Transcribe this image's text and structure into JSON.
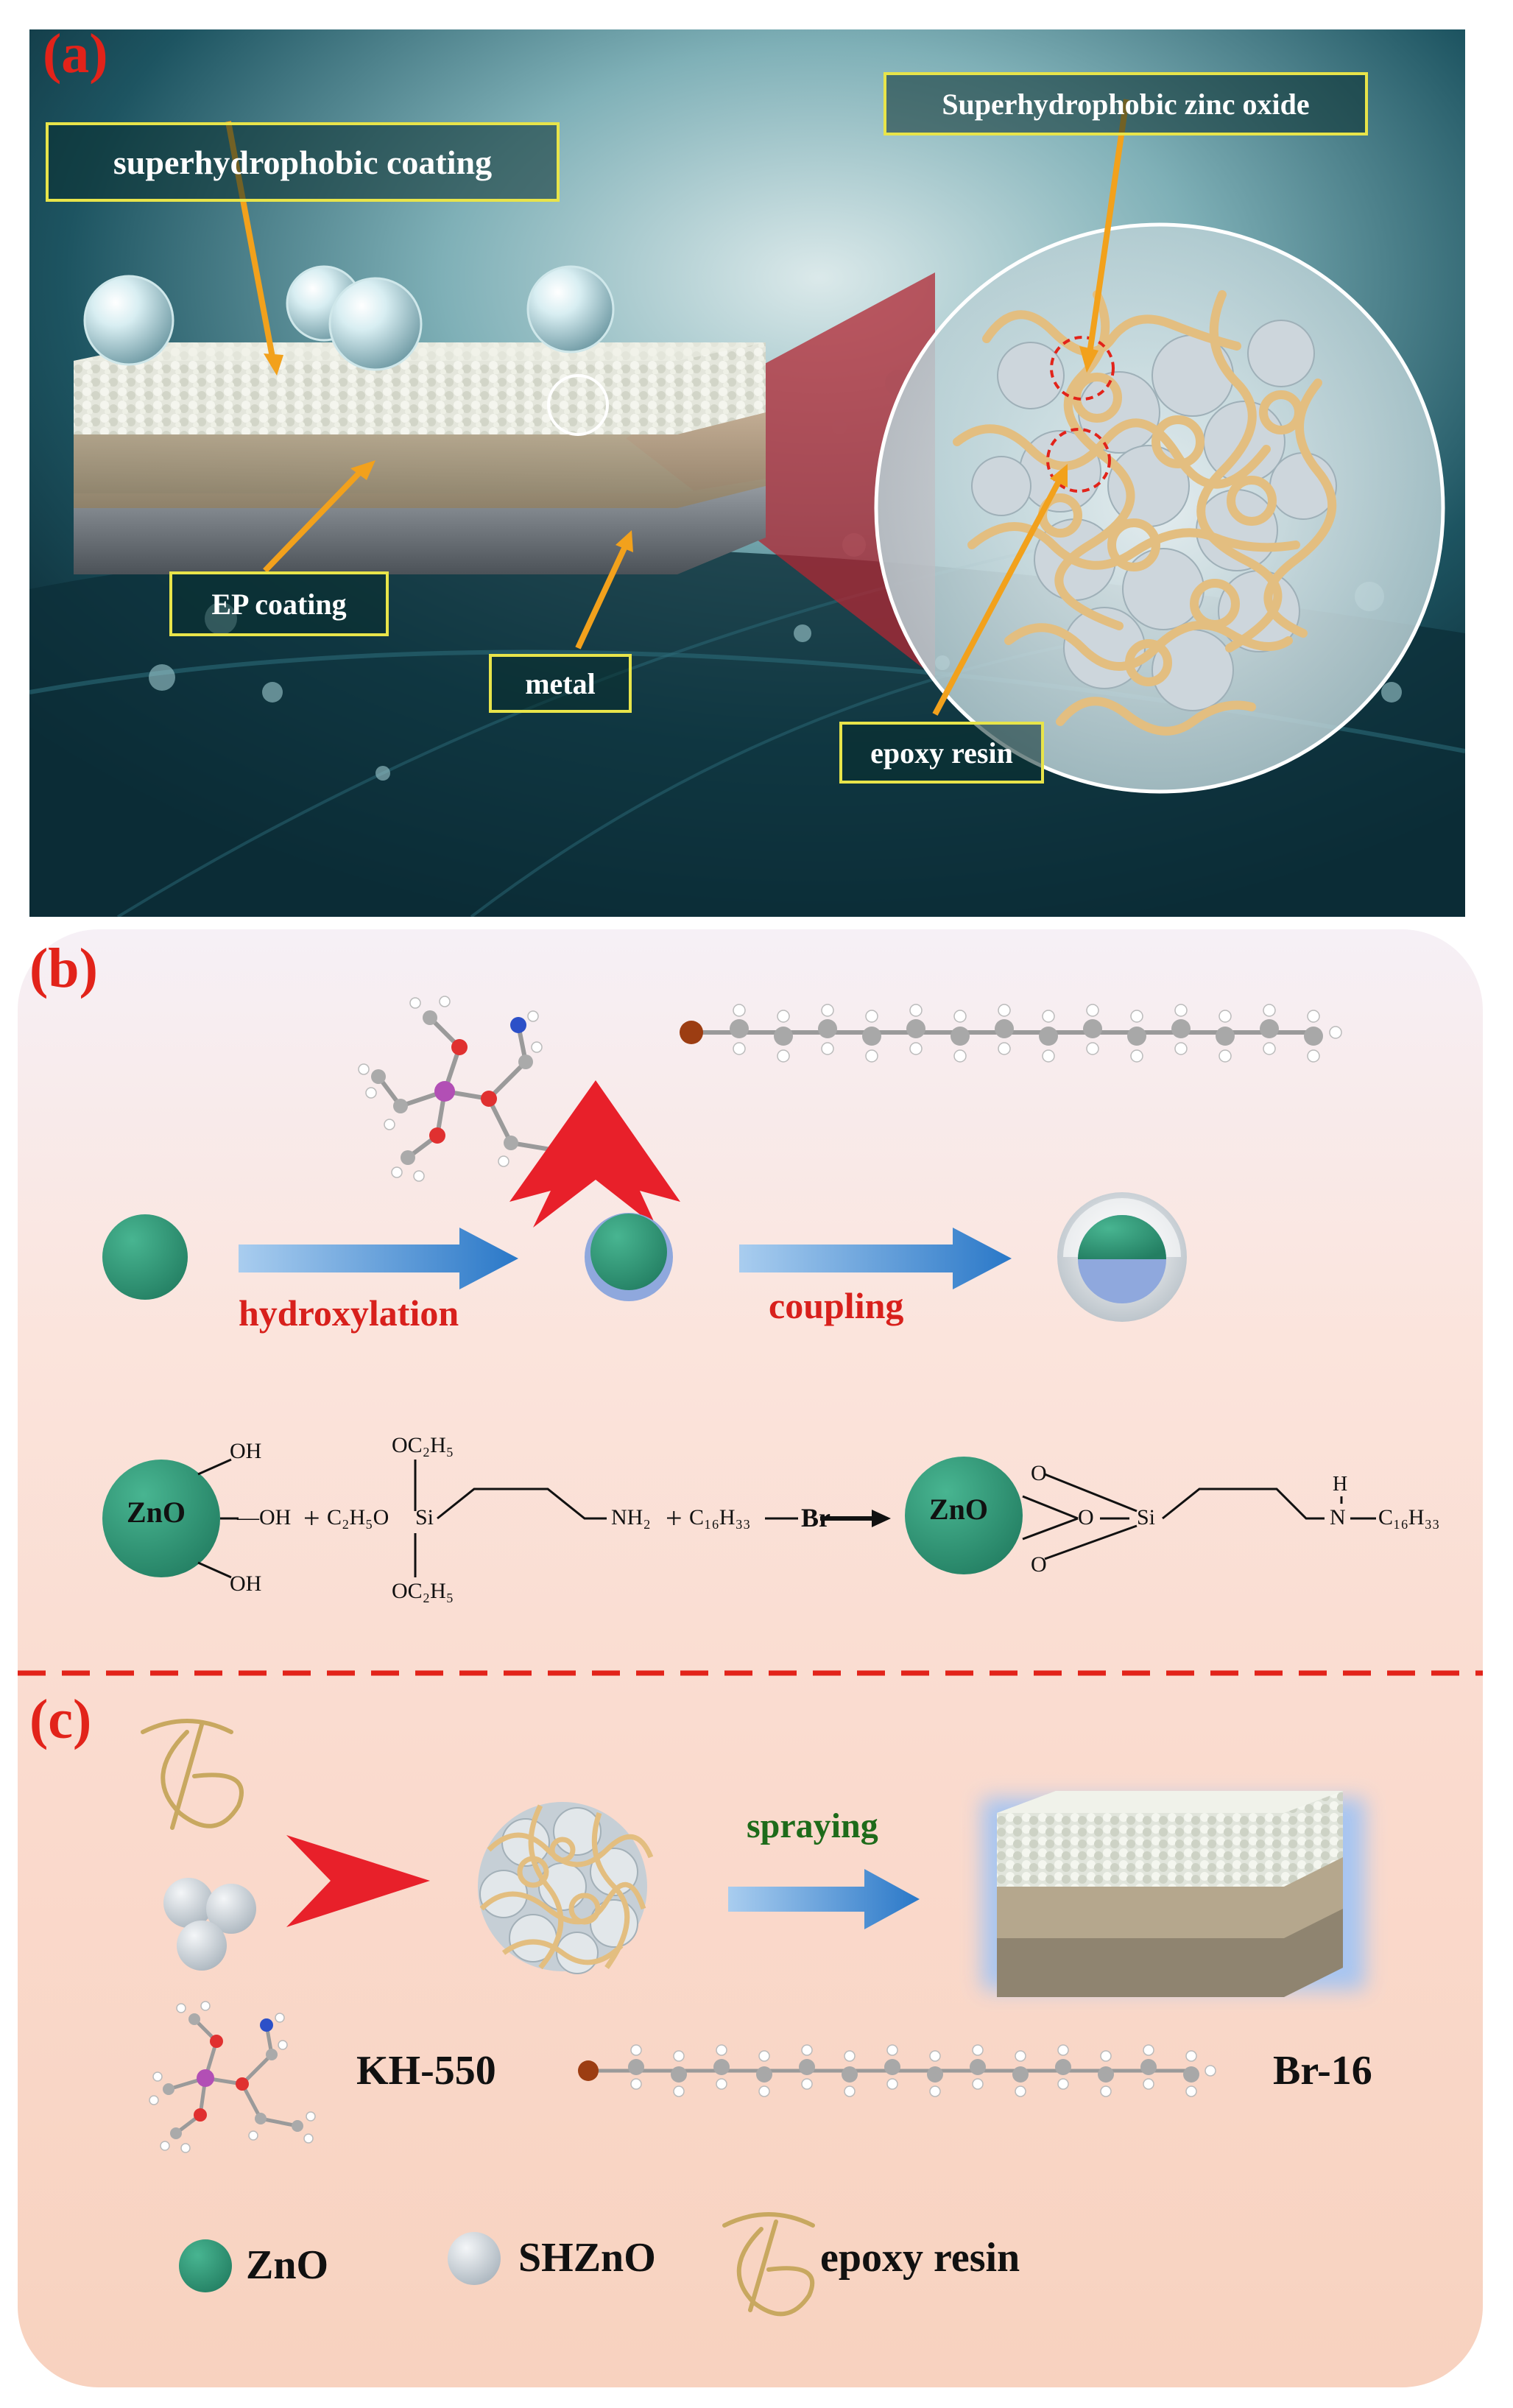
{
  "panel_a": {
    "letter": "(a)",
    "labels": {
      "coating": "superhydrophobic coating",
      "zinc_oxide": "Superhydrophobic zinc oxide",
      "ep": "EP coating",
      "metal": "metal",
      "epoxy": "epoxy resin"
    }
  },
  "panel_b": {
    "letter": "(b)",
    "step1": "hydroxylation",
    "step2": "coupling",
    "equation": {
      "zno_left": "ZnO",
      "oh": "OH",
      "oh_mid": "—OH",
      "plus1": "+",
      "c2h5o": "C₂H₅O",
      "si_left": "Si",
      "oc2h5": "OC₂H₅",
      "nh2": "NH₂",
      "plus2": "+",
      "c16h33": "C₁₆H₃₃",
      "br": "Br",
      "zno_right": "ZnO",
      "o": "O",
      "si_right": "Si",
      "h": "H",
      "n": "N",
      "c16h33_end": "C₁₆H₃₃"
    }
  },
  "panel_c": {
    "letter": "(c)",
    "step": "spraying",
    "kh550": "KH-550",
    "br16": "Br-16",
    "legend": {
      "zno": "ZnO",
      "shzno": "SHZnO",
      "epoxy": "epoxy resin"
    }
  },
  "colors": {
    "panel_letter": "#e2231a",
    "zno_green": "#2f9a78",
    "label_border": "#e8e44a",
    "arrow_orange": "#f2a11c",
    "arrow_blue": "#2a78c8",
    "big_arrow_red": "#e8202a",
    "epoxy_fiber": "#e3be80",
    "divider_red": "#e2231a"
  }
}
